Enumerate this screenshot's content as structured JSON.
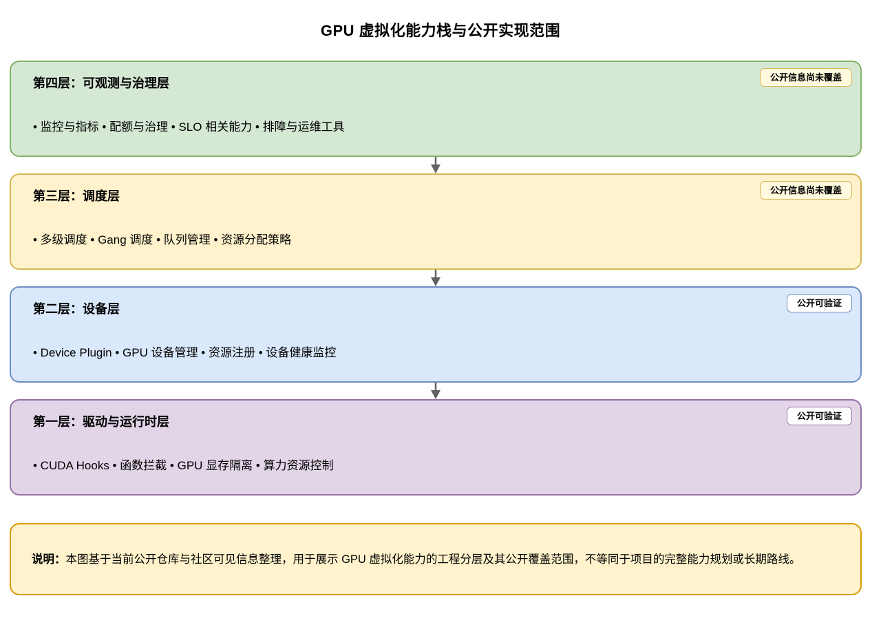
{
  "title": "GPU 虚拟化能力栈与公开实现范围",
  "layers": [
    {
      "heading": "第四层：可观测与治理层",
      "items": "• 监控与指标 • 配额与治理 • SLO 相关能力 • 排障与运维工具",
      "badge": "公开信息尚未覆盖",
      "fill": "#D5E8D4",
      "border": "#82B366",
      "badge_fill": "#FFF9DE",
      "badge_border": "#D6B656"
    },
    {
      "heading": "第三层：调度层",
      "items": "• 多级调度 • Gang 调度 • 队列管理 • 资源分配策略",
      "badge": "公开信息尚未覆盖",
      "fill": "#FFF2CC",
      "border": "#D6B656",
      "badge_fill": "#FFF9DE",
      "badge_border": "#D6B656"
    },
    {
      "heading": "第二层：设备层",
      "items": "• Device Plugin • GPU 设备管理 • 资源注册 • 设备健康监控",
      "badge": "公开可验证",
      "fill": "#DAE8FC",
      "border": "#6C8EBF",
      "badge_fill": "#FFFFFF",
      "badge_border": "#6C8EBF"
    },
    {
      "heading": "第一层：驱动与运行时层",
      "items": "• CUDA Hooks • 函数拦截 • GPU 显存隔离 • 算力资源控制",
      "badge": "公开可验证",
      "fill": "#E1D5E7",
      "border": "#9673A6",
      "badge_fill": "#FFFFFF",
      "badge_border": "#9673A6"
    }
  ],
  "note": {
    "label": "说明：",
    "text": "本图基于当前公开仓库与社区可见信息整理，用于展示 GPU 虚拟化能力的工程分层及其公开覆盖范围，不等同于项目的完整能力规划或长期路线。",
    "fill": "#FFF2CC",
    "border": "#D79B00"
  },
  "colors": {
    "arrow": "#616161",
    "text": "#000000"
  }
}
